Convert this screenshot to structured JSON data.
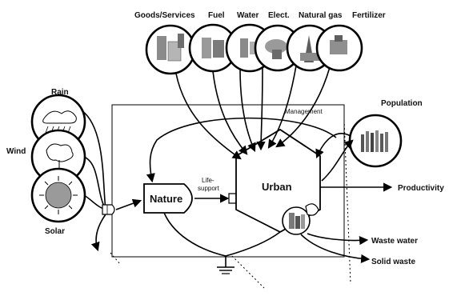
{
  "inputs": {
    "goods_services": "Goods/Services",
    "fuel": "Fuel",
    "water": "Water",
    "elect": "Elect.",
    "natural_gas": "Natural gas",
    "fertilizer": "Fertilizer"
  },
  "sources": {
    "rain": "Rain",
    "wind": "Wind",
    "solar": "Solar"
  },
  "nodes": {
    "nature": "Nature",
    "urban": "Urban",
    "life_support_line1": "Life-",
    "life_support_line2": "support",
    "management": "Management",
    "population": "Population"
  },
  "outputs": {
    "productivity": "Productivity",
    "waste_water": "Waste water",
    "solid_waste": "Solid waste"
  },
  "colors": {
    "line": "#000000",
    "background": "#ffffff",
    "photo_gray": "#8a8a8a"
  }
}
